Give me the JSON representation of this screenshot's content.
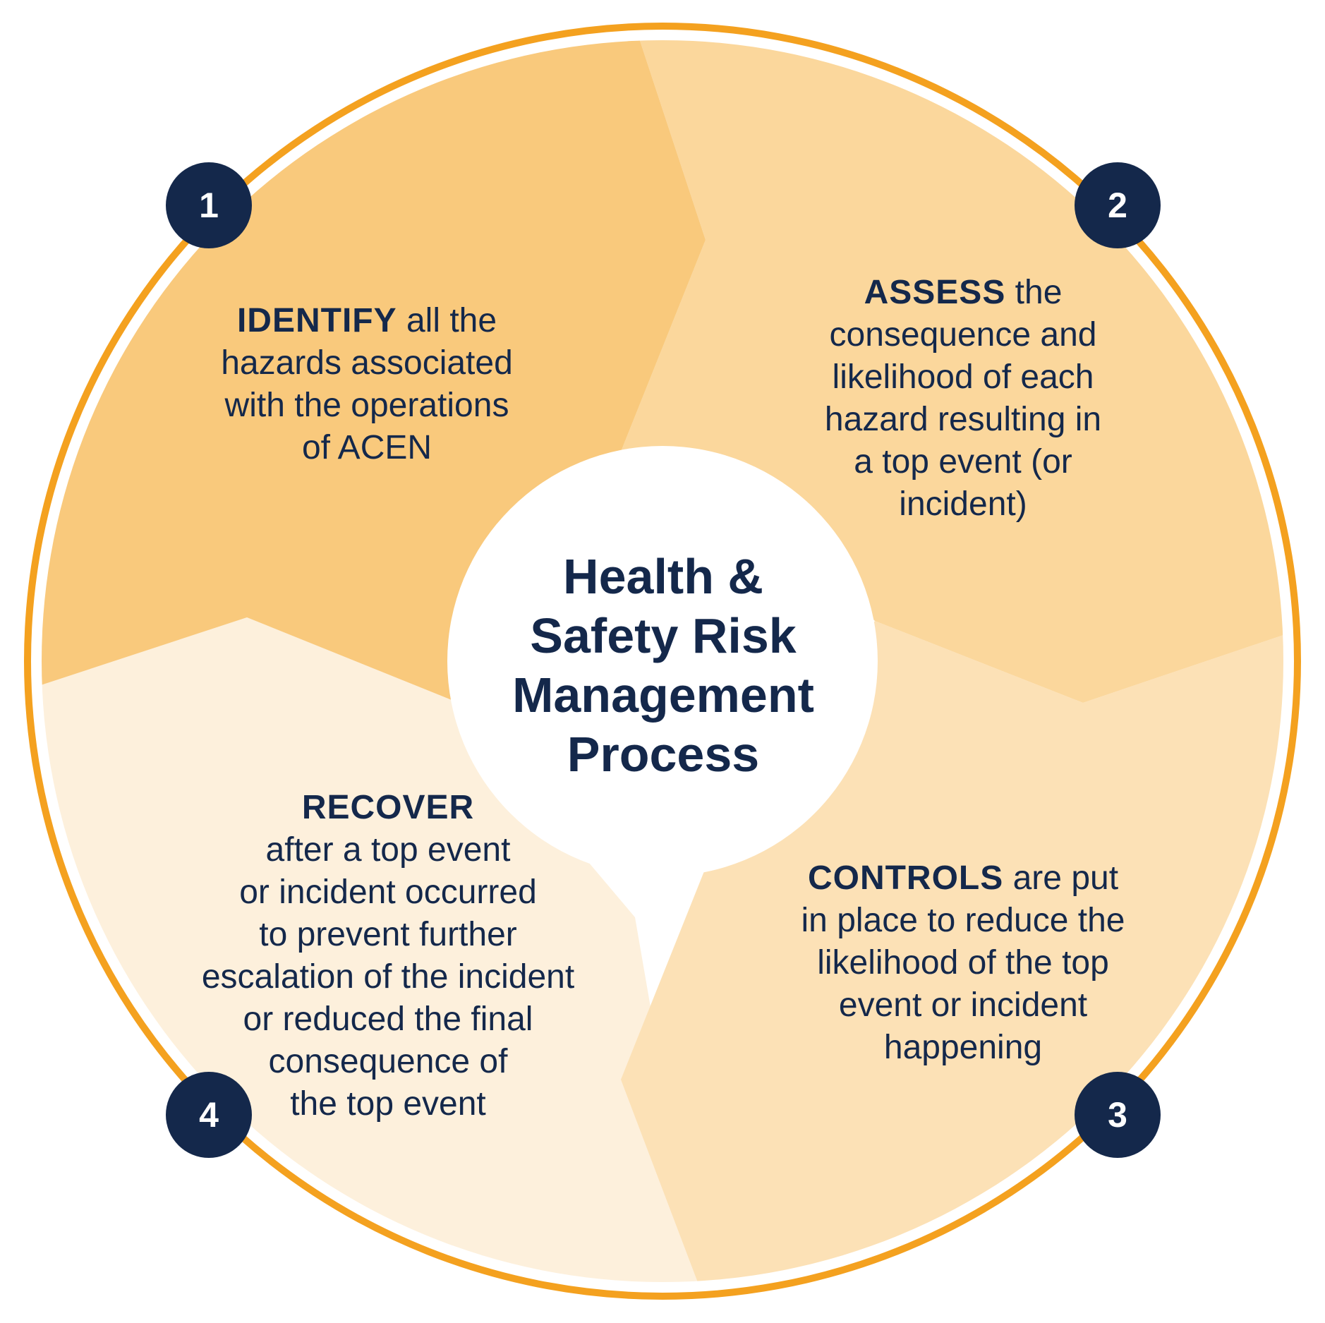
{
  "title": "Health & Safety Risk Management Process",
  "title_lines": [
    "Health &",
    "Safety Risk",
    "Management",
    "Process"
  ],
  "colors": {
    "ring": "#f4a11f",
    "segment_identify": "#f9c97c",
    "segment_assess": "#fbd79c",
    "segment_controls": "#fce1b6",
    "segment_recover": "#fdf0dc",
    "navy": "#14284b",
    "center": "#ffffff"
  },
  "steps": [
    {
      "number": "1",
      "keyword": "IDENTIFY",
      "line1_rest": " all the",
      "lines": [
        "hazards associated",
        "with the operations",
        "of ACEN"
      ]
    },
    {
      "number": "2",
      "keyword": "ASSESS",
      "line1_rest": " the",
      "lines": [
        "consequence and",
        "likelihood of each",
        "hazard resulting in",
        "a top event (or",
        "incident)"
      ]
    },
    {
      "number": "3",
      "keyword": "CONTROLS",
      "line1_rest": " are put",
      "lines": [
        "in place to reduce the",
        "likelihood of the top",
        "event or incident",
        "happening"
      ]
    },
    {
      "number": "4",
      "keyword": "RECOVER",
      "line1_rest": "",
      "lines": [
        "after a top event",
        "or incident occurred",
        "to prevent further",
        "escalation of the incident",
        "or reduced the final",
        "consequence of",
        "the top event"
      ]
    }
  ]
}
